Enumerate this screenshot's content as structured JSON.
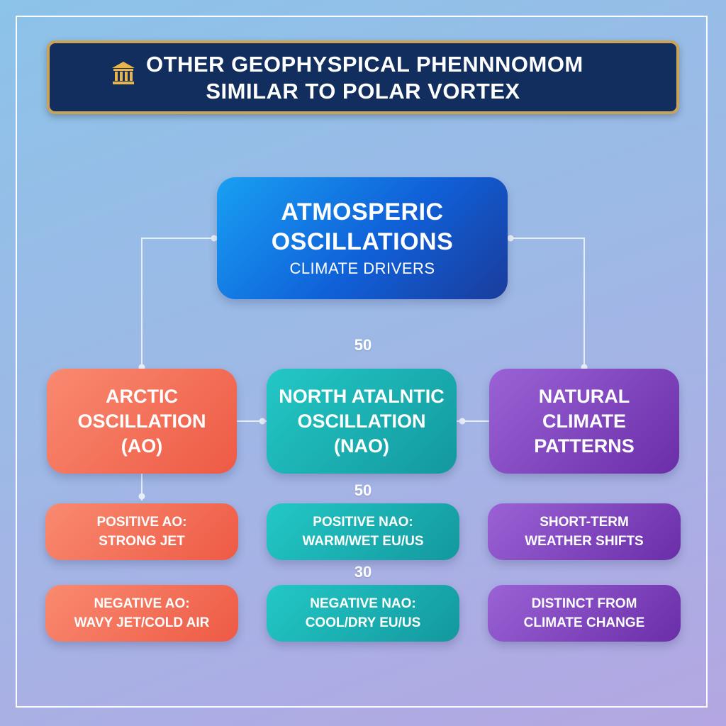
{
  "title": {
    "line1": "OTHER GEOPHYSPICAL PHENNNOMOM",
    "line2": "SIMILAR TO POLAR VORTEX",
    "icon": "institution-building-icon"
  },
  "root": {
    "title_line1": "ATMOSPERIC",
    "title_line2": "OSCILLATIONS",
    "subtitle": "CLIMATE DRIVERS"
  },
  "numbers": [
    "50",
    "50",
    "30"
  ],
  "nodes": [
    {
      "lines": [
        "ARCTIC",
        "OSCILLATION",
        "(AO)"
      ],
      "color": "#ee5a45",
      "subs": [
        [
          "POSITIVE AO:",
          "STRONG JET"
        ],
        [
          "NEGATIVE AO:",
          "WAVY JET/COLD AIR"
        ]
      ]
    },
    {
      "lines": [
        "NORTH ATALNTIC",
        "OSCILLATION",
        "(NAO)"
      ],
      "color": "#13989e",
      "subs": [
        [
          "POSITIVE NAO:",
          "WARM/WET EU/US"
        ],
        [
          "NEGATIVE NAO:",
          "COOL/DRY EU/US"
        ]
      ]
    },
    {
      "lines": [
        "NATURAL",
        "CLIMATE",
        "PATTERNS"
      ],
      "color": "#6a2ea8",
      "subs": [
        [
          "SHORT-TERM",
          "WEATHER SHIFTS"
        ],
        [
          "DISTINCT FROM",
          "CLIMATE CHANGE"
        ]
      ]
    }
  ],
  "colors": {
    "title_bg": "#112e5e",
    "title_border": "#c9a35a",
    "root": "#1060d8",
    "connector": "#e8eef8"
  }
}
